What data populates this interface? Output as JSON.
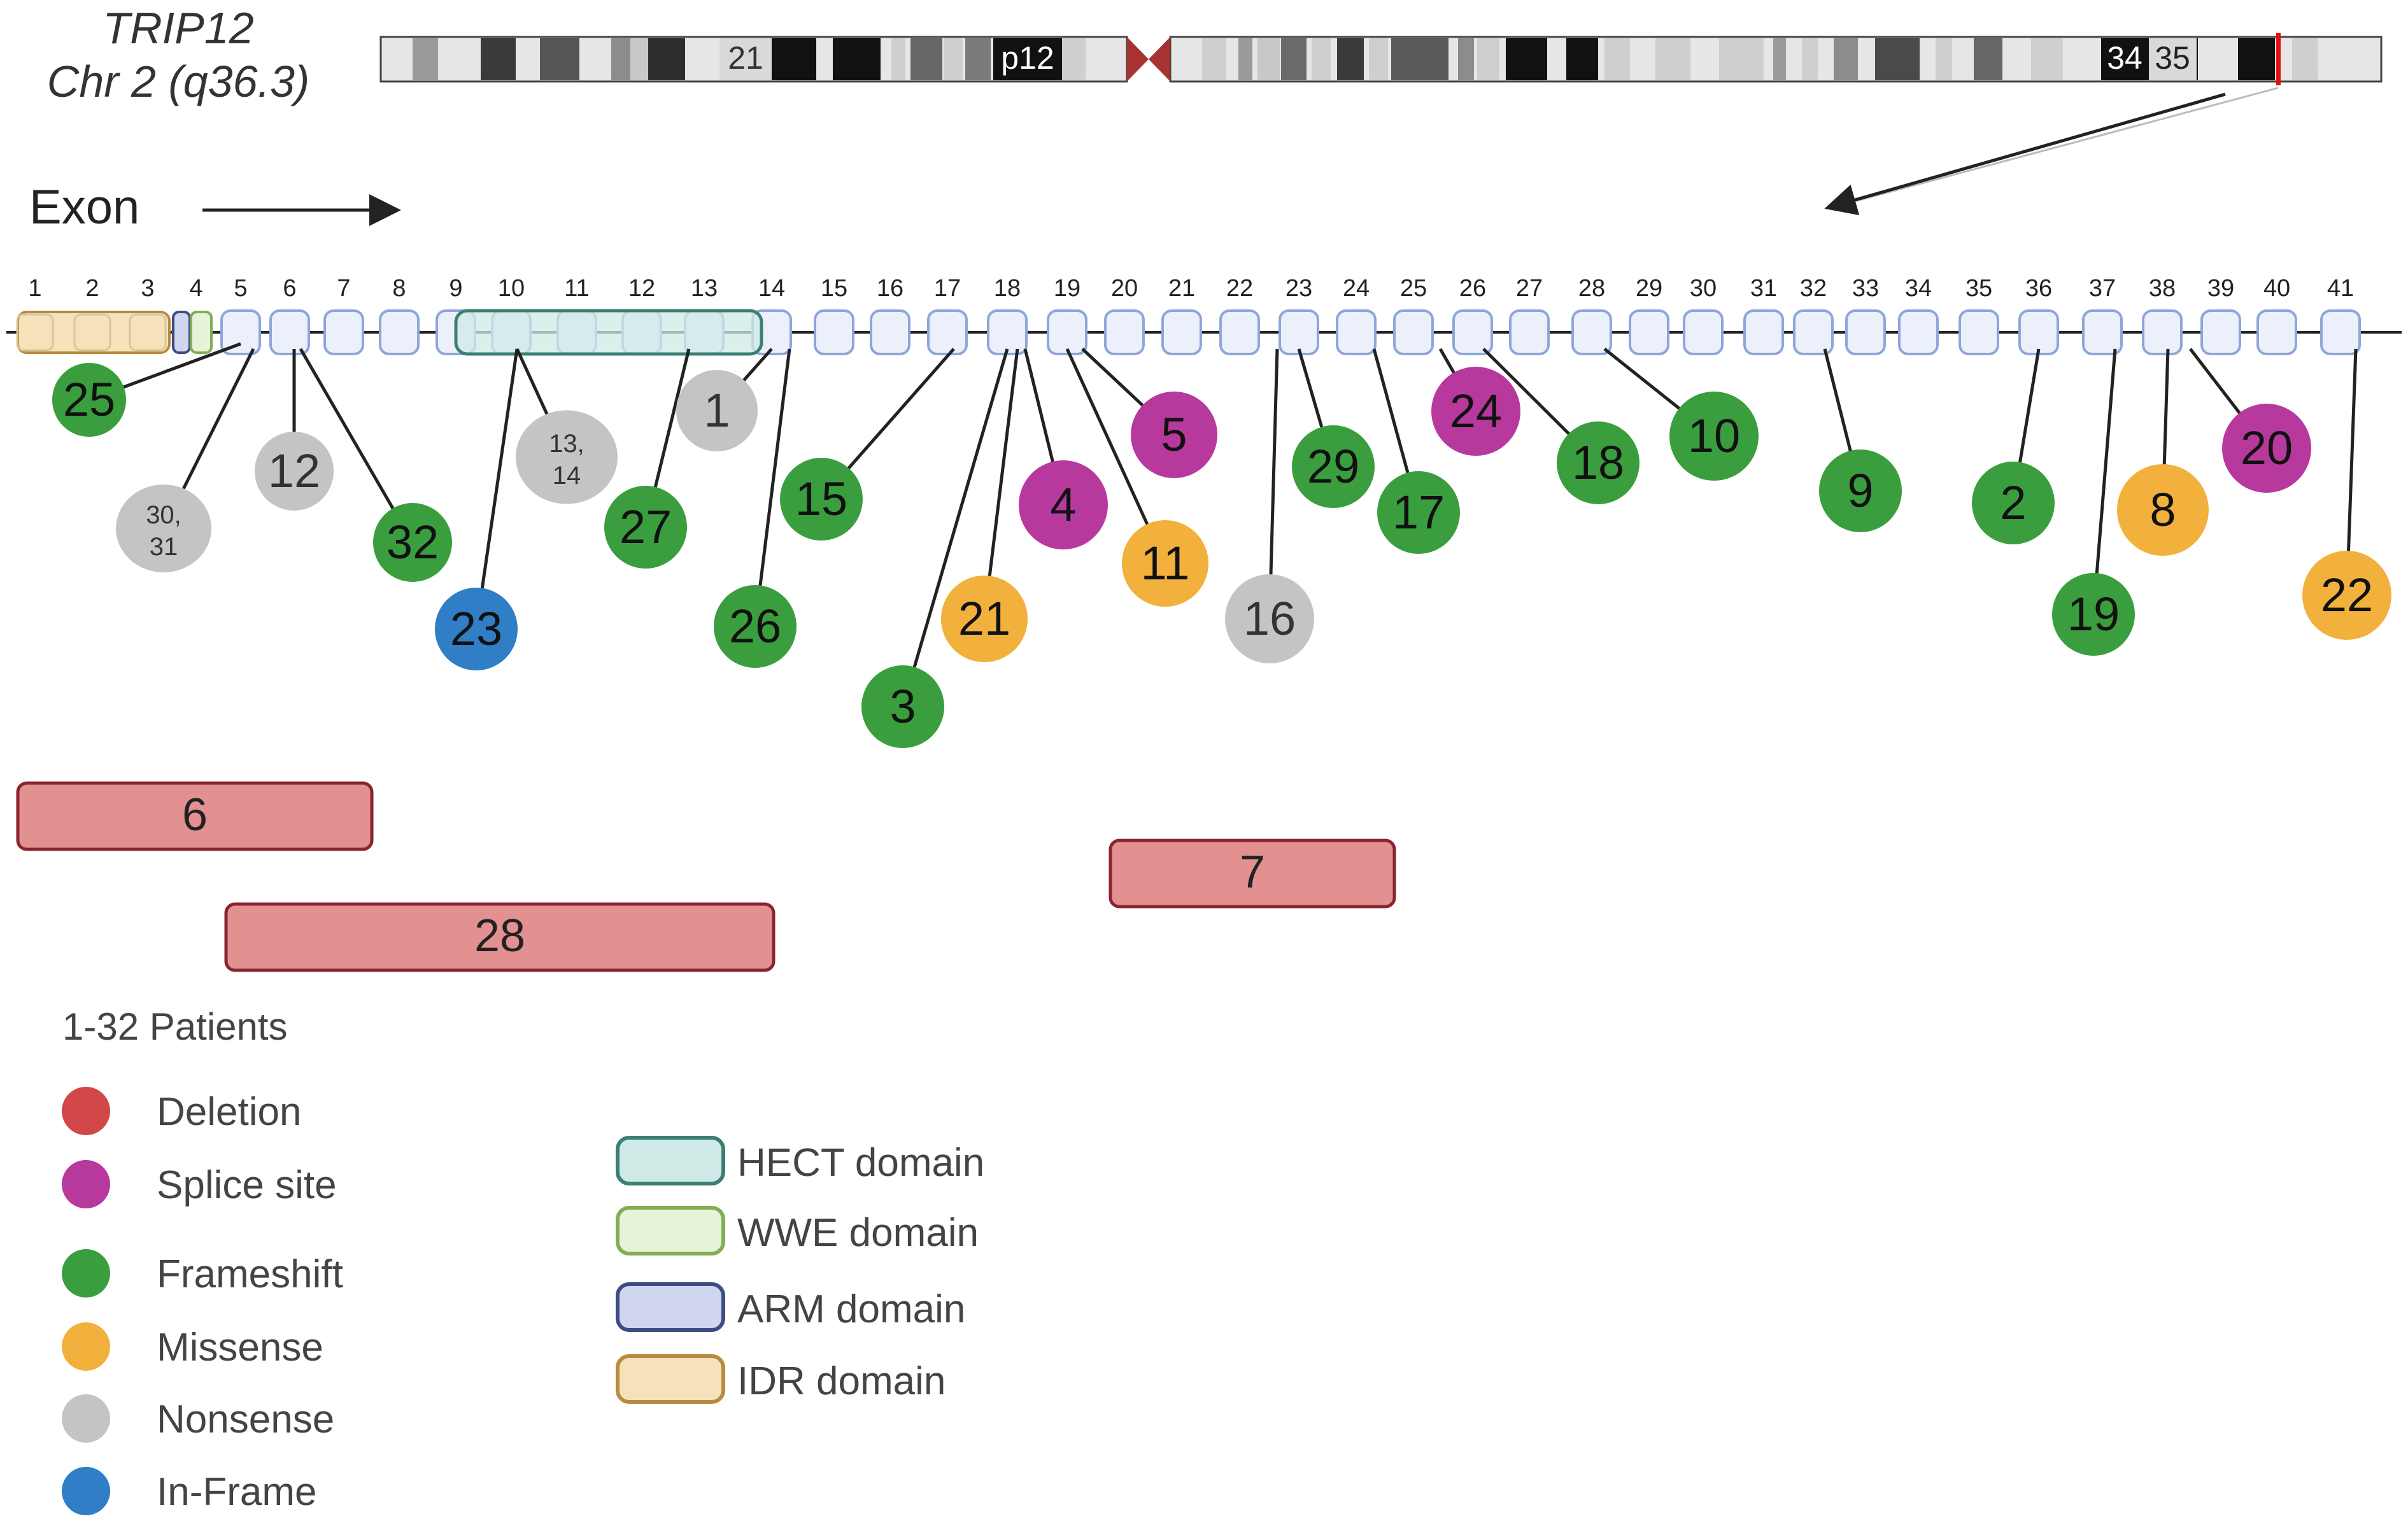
{
  "gene": {
    "name": "TRIP12",
    "location": "Chr 2 (q36.3)"
  },
  "chromosome": {
    "band_labels": [
      "21",
      "p12",
      "34",
      "35"
    ],
    "marker_color": "#e01010"
  },
  "exon_track": {
    "label": "Exon",
    "exon_numbers": [
      "1",
      "2",
      "3",
      "4",
      "5",
      "6",
      "7",
      "8",
      "9",
      "10",
      "11",
      "12",
      "13",
      "14",
      "15",
      "16",
      "17",
      "18",
      "19",
      "20",
      "21",
      "22",
      "23",
      "24",
      "25",
      "26",
      "27",
      "28",
      "29",
      "30",
      "31",
      "32",
      "33",
      "34",
      "35",
      "36",
      "37",
      "38",
      "39",
      "40",
      "41"
    ]
  },
  "variants": [
    {
      "label": "25",
      "type": "Frameshift"
    },
    {
      "label": "30,\n31",
      "type": "Nonsense"
    },
    {
      "label": "12",
      "type": "Nonsense"
    },
    {
      "label": "32",
      "type": "Frameshift"
    },
    {
      "label": "23",
      "type": "In-Frame"
    },
    {
      "label": "13,\n14",
      "type": "Nonsense"
    },
    {
      "label": "27",
      "type": "Frameshift"
    },
    {
      "label": "1",
      "type": "Nonsense"
    },
    {
      "label": "26",
      "type": "Frameshift"
    },
    {
      "label": "15",
      "type": "Frameshift"
    },
    {
      "label": "3",
      "type": "Frameshift"
    },
    {
      "label": "21",
      "type": "Missense"
    },
    {
      "label": "4",
      "type": "Splice site"
    },
    {
      "label": "11",
      "type": "Missense"
    },
    {
      "label": "5",
      "type": "Splice site"
    },
    {
      "label": "16",
      "type": "Nonsense"
    },
    {
      "label": "29",
      "type": "Frameshift"
    },
    {
      "label": "17",
      "type": "Frameshift"
    },
    {
      "label": "24",
      "type": "Splice site"
    },
    {
      "label": "18",
      "type": "Frameshift"
    },
    {
      "label": "10",
      "type": "Frameshift"
    },
    {
      "label": "9",
      "type": "Frameshift"
    },
    {
      "label": "2",
      "type": "Frameshift"
    },
    {
      "label": "19",
      "type": "Frameshift"
    },
    {
      "label": "8",
      "type": "Missense"
    },
    {
      "label": "20",
      "type": "Splice site"
    },
    {
      "label": "22",
      "type": "Missense"
    }
  ],
  "deletions": [
    {
      "label": "6"
    },
    {
      "label": "28"
    },
    {
      "label": "7"
    }
  ],
  "legend": {
    "title": "1-32 Patients",
    "variant_types": [
      {
        "label": "Deletion",
        "color": "#d24848"
      },
      {
        "label": "Splice site",
        "color": "#b8399e"
      },
      {
        "label": "Frameshift",
        "color": "#3a9e3f"
      },
      {
        "label": "Missense",
        "color": "#f2b03c"
      },
      {
        "label": "Nonsense",
        "color": "#c4c4c4"
      },
      {
        "label": "In-Frame",
        "color": "#2f7ec6"
      }
    ],
    "domains": [
      {
        "label": "HECT domain",
        "fill": "#cfeae6",
        "stroke": "#3b7f73"
      },
      {
        "label": "WWE domain",
        "fill": "#e6f3d9",
        "stroke": "#82ad55"
      },
      {
        "label": "ARM domain",
        "fill": "#cfd6ee",
        "stroke": "#3d4c84"
      },
      {
        "label": "IDR domain",
        "fill": "#f5e2bb",
        "stroke": "#b88b3e"
      }
    ]
  }
}
